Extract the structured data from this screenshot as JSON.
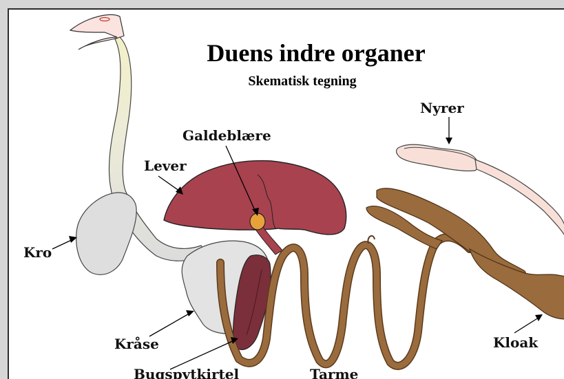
{
  "title": "Duens indre organer",
  "subtitle": "Skematisk tegning",
  "labels": {
    "kro": "Kro",
    "lever": "Lever",
    "galdeblaere": "Galdeblære",
    "nyrer": "Nyrer",
    "kraase": "Kråse",
    "bugspytkirtel": "Bugspytkirtel",
    "tarme": "Tarme",
    "kloak": "Kloak"
  },
  "colors": {
    "liver": "#a8424f",
    "intestine": "#9a6b3c",
    "pancreas": "#7b2f3a",
    "crop": "#dedede",
    "kidney": "#f8e0d8",
    "gallbladder": "#e8a23a"
  }
}
